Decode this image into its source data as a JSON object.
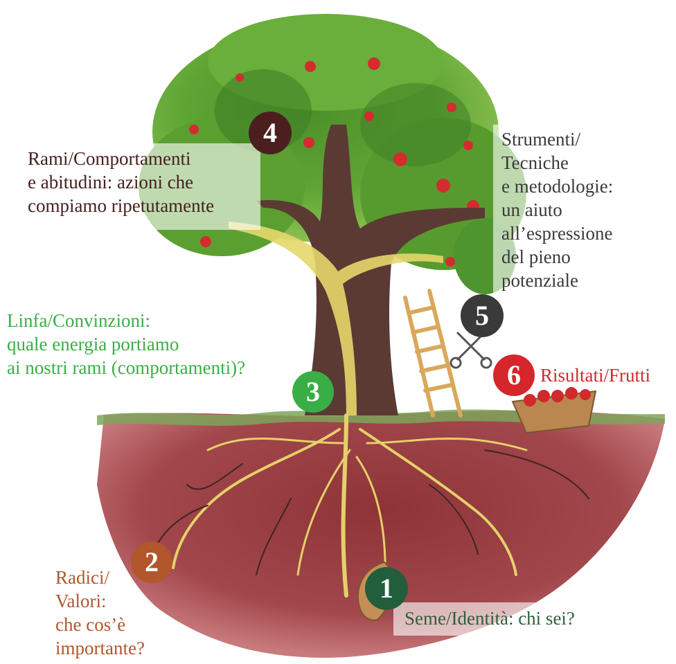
{
  "colors": {
    "badge_1": "#235e3c",
    "badge_2": "#b2562c",
    "badge_3": "#3aae46",
    "badge_4": "#4c1f1f",
    "badge_5": "#3a3a3a",
    "badge_6": "#d5262b",
    "text_1": "#2e5f3b",
    "text_2": "#b2562c",
    "text_3": "#3aae46",
    "text_4": "#45201f",
    "text_5": "#3a3a3a",
    "text_6": "#d5262b"
  },
  "steps": [
    {
      "number": "1",
      "text": "Seme/Identità: chi sei?"
    },
    {
      "number": "2",
      "text": "Radici/\nValori:\nche cos’è\nimportante?"
    },
    {
      "number": "3",
      "text": "Linfa/Convinzioni:\nquale energia portiamo\nai nostri rami (comportamenti)?"
    },
    {
      "number": "4",
      "text": "Rami/Comportamenti\ne abitudini: azioni che\ncompiamo ripetutamente"
    },
    {
      "number": "5",
      "text": "Strumenti/\nTecniche\ne metodologie:\nun aiuto\nall’espressione\ndel pieno\npotenziale"
    },
    {
      "number": "6",
      "text": "Risultati/Frutti"
    }
  ]
}
